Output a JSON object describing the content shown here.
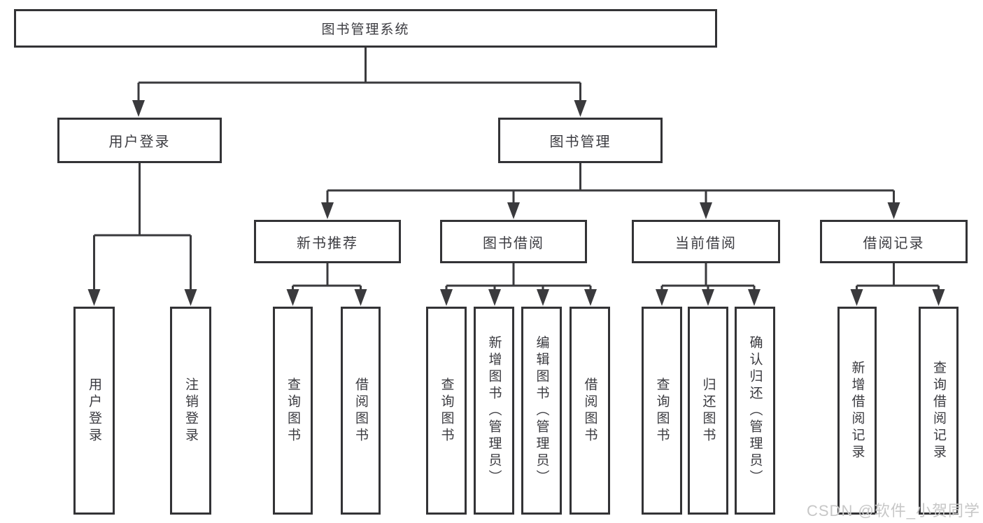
{
  "diagram": {
    "type": "tree",
    "title": "图书管理系统",
    "tree": {
      "label": "图书管理系统",
      "children": [
        {
          "label": "用户登录",
          "children": [
            {
              "label": "用户登录"
            },
            {
              "label": "注销登录"
            }
          ]
        },
        {
          "label": "图书管理",
          "children": [
            {
              "label": "新书推荐",
              "children": [
                {
                  "label": "查询图书"
                },
                {
                  "label": "借阅图书"
                }
              ]
            },
            {
              "label": "图书借阅",
              "children": [
                {
                  "label": "查询图书"
                },
                {
                  "label": "新增图书（管理员）"
                },
                {
                  "label": "编辑图书（管理员）"
                },
                {
                  "label": "借阅图书"
                }
              ]
            },
            {
              "label": "当前借阅",
              "children": [
                {
                  "label": "查询图书"
                },
                {
                  "label": "归还图书"
                },
                {
                  "label": "确认归还（管理员）"
                }
              ]
            },
            {
              "label": "借阅记录",
              "children": [
                {
                  "label": "新增借阅记录"
                },
                {
                  "label": "查询借阅记录"
                }
              ]
            }
          ]
        }
      ]
    }
  },
  "watermark": {
    "text": "CSDN @软件_小贺同学"
  },
  "colors": {
    "line": "#3a3a3d",
    "text": "#3b3b40",
    "background": "#ffffff",
    "watermark": "#c7c7c7"
  }
}
